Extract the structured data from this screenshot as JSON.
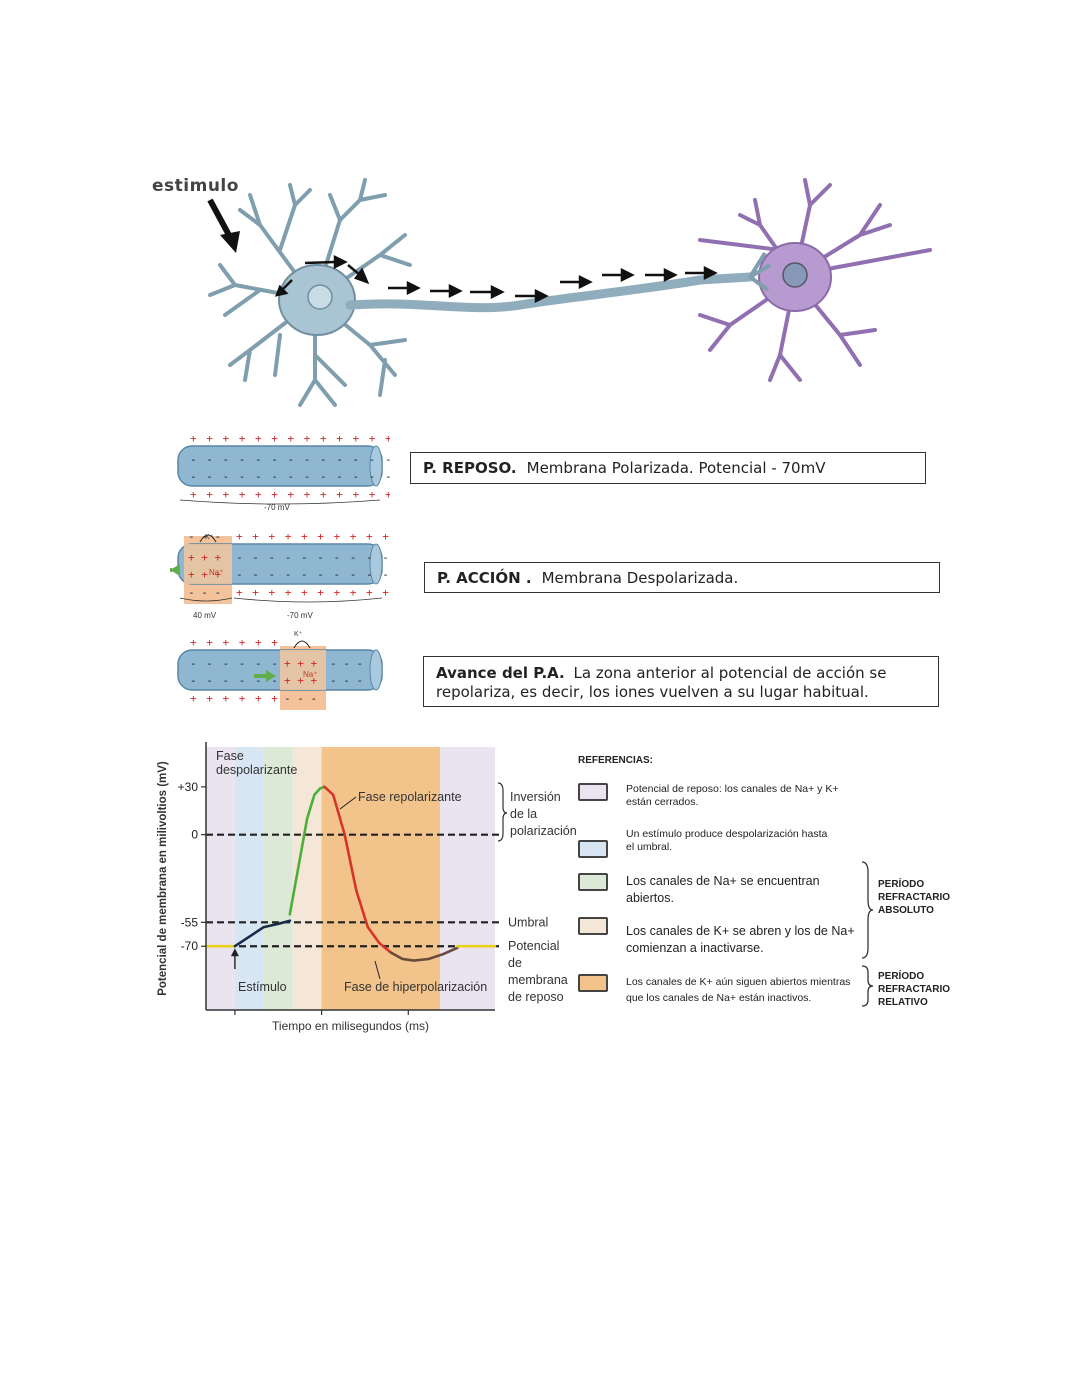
{
  "neuron": {
    "stimulus_label": "estimulo"
  },
  "membranes": [
    {
      "id": "reposo",
      "label_a": "-70 mV",
      "label_b": ""
    },
    {
      "id": "accion",
      "label_a": "40 mV",
      "label_b": "-70 mV",
      "k_ion": "K⁺",
      "na_ion": "Na⁺"
    },
    {
      "id": "avance",
      "k_ion": "K⁺",
      "na_ion": "Na⁺"
    }
  ],
  "states": {
    "reposo": {
      "title": "P. REPOSO.",
      "text": "Membrana Polarizada. Potencial  - 70mV"
    },
    "accion": {
      "title": "P. ACCIÓN .",
      "text": "Membrana Despolarizada."
    },
    "avance": {
      "title": "Avance del P.A.",
      "text": "La zona anterior al potencial de acción se repolariza, es decir, los iones vuelven a su lugar habitual."
    }
  },
  "chart_data": {
    "type": "line",
    "ylabel": "Potencial de membrana en milivoltios (mV)",
    "xlabel": "Tiempo en milisegundos (ms)",
    "y_ticks": [
      "+30",
      "0",
      "-55",
      "-70"
    ],
    "y_tick_values": [
      30,
      0,
      -55,
      -70
    ],
    "ylim": [
      -110,
      55
    ],
    "xlim": [
      0,
      10
    ],
    "series": [
      {
        "phase": "resting",
        "color": "#e8d21a",
        "x": [
          0,
          1.0
        ],
        "y": [
          -70,
          -70
        ]
      },
      {
        "phase": "stimulus",
        "color": "#1a2b4a",
        "x": [
          1.0,
          1.5,
          2.0,
          2.5,
          2.9
        ],
        "y": [
          -70,
          -64,
          -58,
          -56,
          -54
        ]
      },
      {
        "phase": "depolarizing",
        "color": "#4caf3a",
        "x": [
          2.9,
          3.2,
          3.5,
          3.75,
          3.95,
          4.1
        ],
        "y": [
          -50,
          -20,
          10,
          25,
          29,
          30
        ]
      },
      {
        "phase": "repolarizing",
        "color": "#d8332a",
        "x": [
          4.1,
          4.4,
          4.8,
          5.2,
          5.6,
          6.0,
          6.4
        ],
        "y": [
          30,
          25,
          0,
          -35,
          -58,
          -68,
          -74
        ]
      },
      {
        "phase": "hyperpolarizing",
        "color": "#6a4a3a",
        "x": [
          6.4,
          6.8,
          7.2,
          7.7,
          8.2,
          8.7
        ],
        "y": [
          -74,
          -78,
          -79,
          -78,
          -75,
          -71
        ]
      },
      {
        "phase": "resting-end",
        "color": "#e8d21a",
        "x": [
          8.7,
          10
        ],
        "y": [
          -70,
          -70
        ]
      }
    ],
    "bands": [
      {
        "from": 0,
        "to": 1.0,
        "color": "#e9e4ef"
      },
      {
        "from": 1.0,
        "to": 2.0,
        "color": "#d7e6f2"
      },
      {
        "from": 2.0,
        "to": 3.0,
        "color": "#dce9d6"
      },
      {
        "from": 3.0,
        "to": 4.0,
        "color": "#f4e7d7"
      },
      {
        "from": 4.0,
        "to": 8.1,
        "color": "#f2c48c"
      },
      {
        "from": 8.1,
        "to": 10,
        "color": "#e9e4ef"
      }
    ],
    "annotations": {
      "fase_despolarizante": "Fase despolarizante",
      "fase_repolarizante": "Fase repolarizante",
      "inversion": "Inversión de la polarización",
      "umbral": "Umbral",
      "potencial_reposo": "Potencial de membrana de reposo",
      "estimulo": "Estímulo",
      "hiperpolarizacion": "Fase de hiperpolarización"
    },
    "colors": {
      "dashed": "#222222",
      "axis": "#333333"
    }
  },
  "references": {
    "title": "REFERENCIAS:",
    "items": [
      {
        "color": "#e9e4ef",
        "text": "Potencial de reposo: los canales de Na+ y K+ están cerrados."
      },
      {
        "color": "#d7e6f2",
        "text": "Un estímulo produce despolarización hasta el umbral."
      },
      {
        "color": "#dce9d6",
        "text": "Los canales de Na+ se encuentran abiertos."
      },
      {
        "color": "#f4e7d7",
        "text": "Los canales de K+ se abren y los de Na+ comienzan a inactivarse."
      },
      {
        "color": "#f2c48c",
        "text": "Los canales de K+ aún siguen abiertos mientras que los canales de Na+ están inactivos."
      }
    ],
    "period_absoluto": "PERÍODO REFRACTARIO ABSOLUTO",
    "period_relativo": "PERÍODO REFRACTARIO RELATIVO"
  }
}
